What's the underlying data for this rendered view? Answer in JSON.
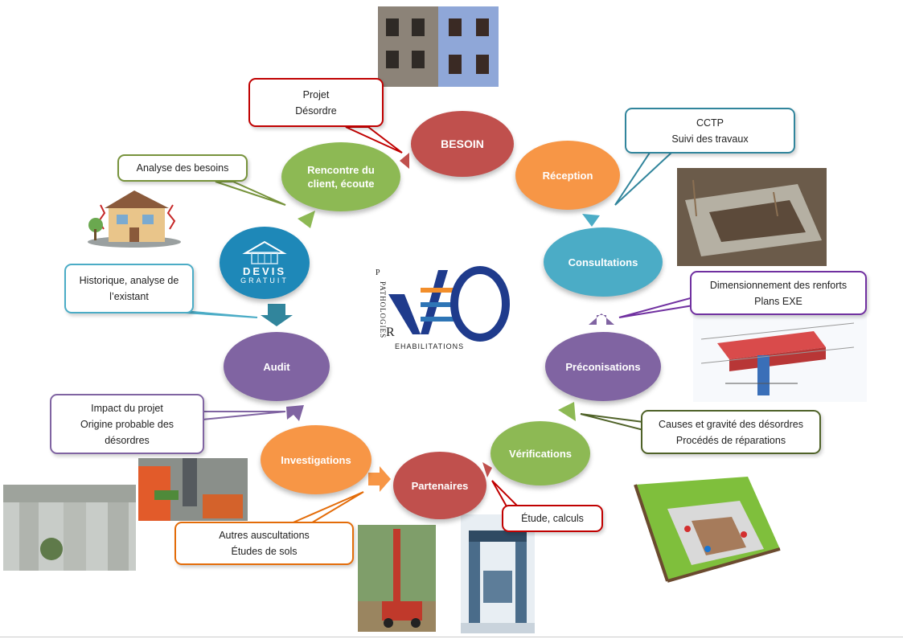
{
  "nodes": {
    "besoin": "BESOIN",
    "rencontre": "Rencontre du client, écoute",
    "reception": "Réception",
    "consultations": "Consultations",
    "audit": "Audit",
    "preconisations": "Préconisations",
    "investigations": "Investigations",
    "verifications": "Vérifications",
    "partenaires": "Partenaires"
  },
  "callouts": {
    "projet": [
      "Projet",
      "Désordre"
    ],
    "analyse": [
      "Analyse des besoins"
    ],
    "historique": [
      "Historique, analyse de",
      "l’existant"
    ],
    "cctp": [
      "CCTP",
      "Suivi des travaux"
    ],
    "dimensionnement": [
      "Dimensionnement des renforts",
      "Plans EXE"
    ],
    "impact": [
      "Impact du projet",
      "Origine probable des",
      "désordres"
    ],
    "causes": [
      "Causes et gravité des désordres",
      "Procédés de réparations"
    ],
    "etude": [
      "Étude, calculs"
    ],
    "autres": [
      "Autres auscultations",
      "Études de sols"
    ]
  },
  "devis": {
    "title": "DEVIS",
    "sub": "GRATUIT"
  },
  "logo": {
    "side_text": "PATHOLOGIES",
    "bottom_text": "EHABILITATIONS",
    "letter_r": "R"
  },
  "colors": {
    "red": "#c0504d",
    "green": "#8db954",
    "orange": "#f79646",
    "teal": "#4bacc6",
    "purple": "#8064a2",
    "blue": "#1e88b8",
    "navy": "#1f3b8c"
  }
}
